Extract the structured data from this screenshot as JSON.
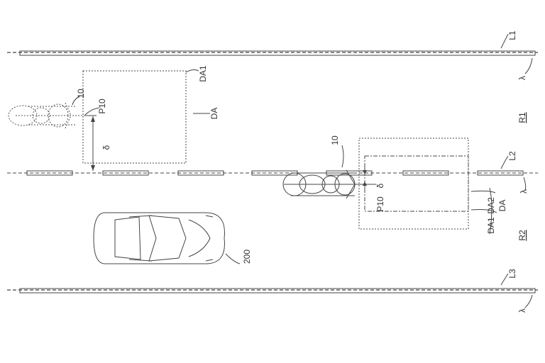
{
  "labels": {
    "L1": "L1",
    "L2": "L2",
    "L3": "L3",
    "R1": "R1",
    "R2": "R2",
    "lambda_1": "λ",
    "lambda_2": "λ",
    "lambda_3": "λ",
    "DA1_a": "DA1",
    "DA_a": "DA",
    "num10_a": "10",
    "P10_a": "P10",
    "delta_a": "δ",
    "num10_b": "10",
    "delta_b": "δ",
    "P10_b": "P10",
    "DA_b": "DA",
    "DA2_b": "DA2",
    "DA1_b": "DA1",
    "num200": "200"
  },
  "colors": {
    "line": "#444444",
    "text": "#333333",
    "background": "#ffffff"
  }
}
